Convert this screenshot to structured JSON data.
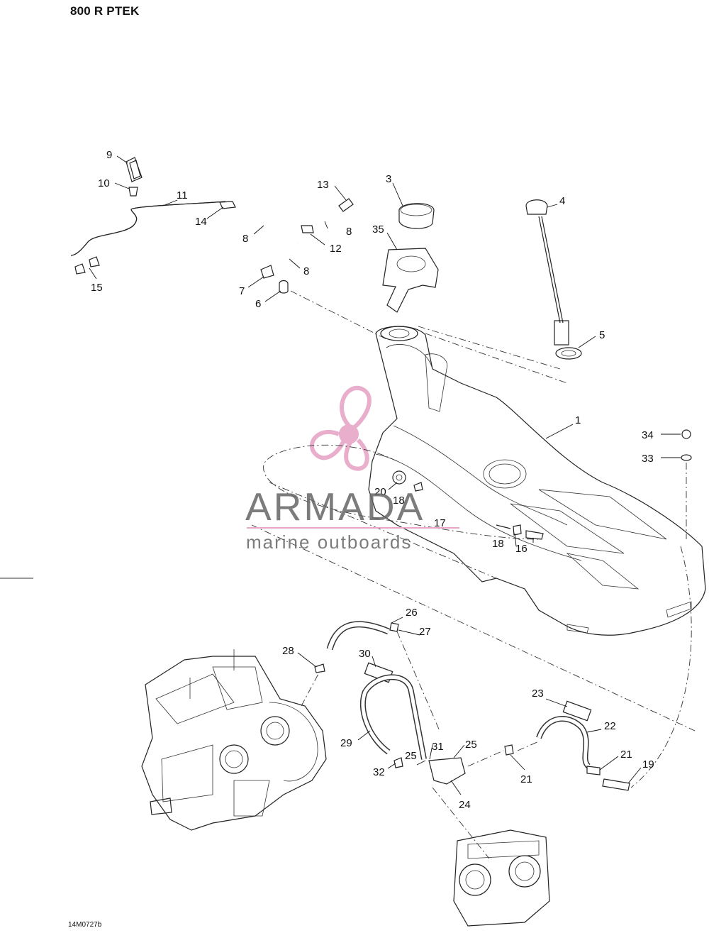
{
  "header": {
    "title": "800 R PTEK"
  },
  "footer": {
    "drawing_code": "14M0727b"
  },
  "watermark": {
    "brand": "ARMADA",
    "tagline": "marine outboards",
    "color": "#e8a6c8"
  },
  "callouts": {
    "c1": "1",
    "c3": "3",
    "c4": "4",
    "c5": "5",
    "c6": "6",
    "c7": "7",
    "c8a": "8",
    "c8b": "8",
    "c8c": "8",
    "c9": "9",
    "c10": "10",
    "c11": "11",
    "c12": "12",
    "c13": "13",
    "c14": "14",
    "c15": "15",
    "c16": "16",
    "c17": "17",
    "c18a": "18",
    "c18b": "18",
    "c19": "19",
    "c20": "20",
    "c21a": "21",
    "c21b": "21",
    "c22": "22",
    "c23": "23",
    "c24": "24",
    "c25a": "25",
    "c25b": "25",
    "c26": "26",
    "c27": "27",
    "c28": "28",
    "c29": "29",
    "c30": "30",
    "c31": "31",
    "c32": "32",
    "c33": "33",
    "c34": "34",
    "c35": "35"
  }
}
